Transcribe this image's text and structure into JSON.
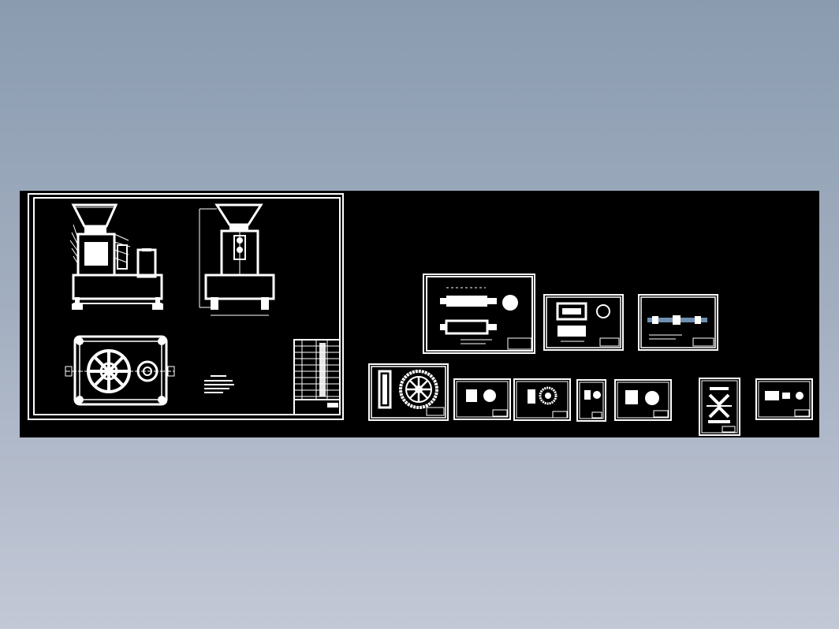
{
  "viewer": {
    "background_top": "#8a9bb0",
    "background_bottom": "#c3c8d6",
    "model_space_color": "#000000",
    "line_color": "#ffffff"
  },
  "sheets": [
    {
      "id": "assembly",
      "kind": "general-assembly"
    },
    {
      "id": "shaft",
      "kind": "roller-shaft-detail"
    },
    {
      "id": "part-2",
      "kind": "part-detail"
    },
    {
      "id": "part-3",
      "kind": "long-shaft-detail"
    },
    {
      "id": "gear",
      "kind": "gear-wheel-detail"
    },
    {
      "id": "part-5",
      "kind": "part-detail"
    },
    {
      "id": "part-6",
      "kind": "part-detail"
    },
    {
      "id": "part-7",
      "kind": "part-detail"
    },
    {
      "id": "part-8",
      "kind": "part-detail"
    },
    {
      "id": "part-9",
      "kind": "section-detail"
    },
    {
      "id": "part-10",
      "kind": "part-detail"
    }
  ]
}
